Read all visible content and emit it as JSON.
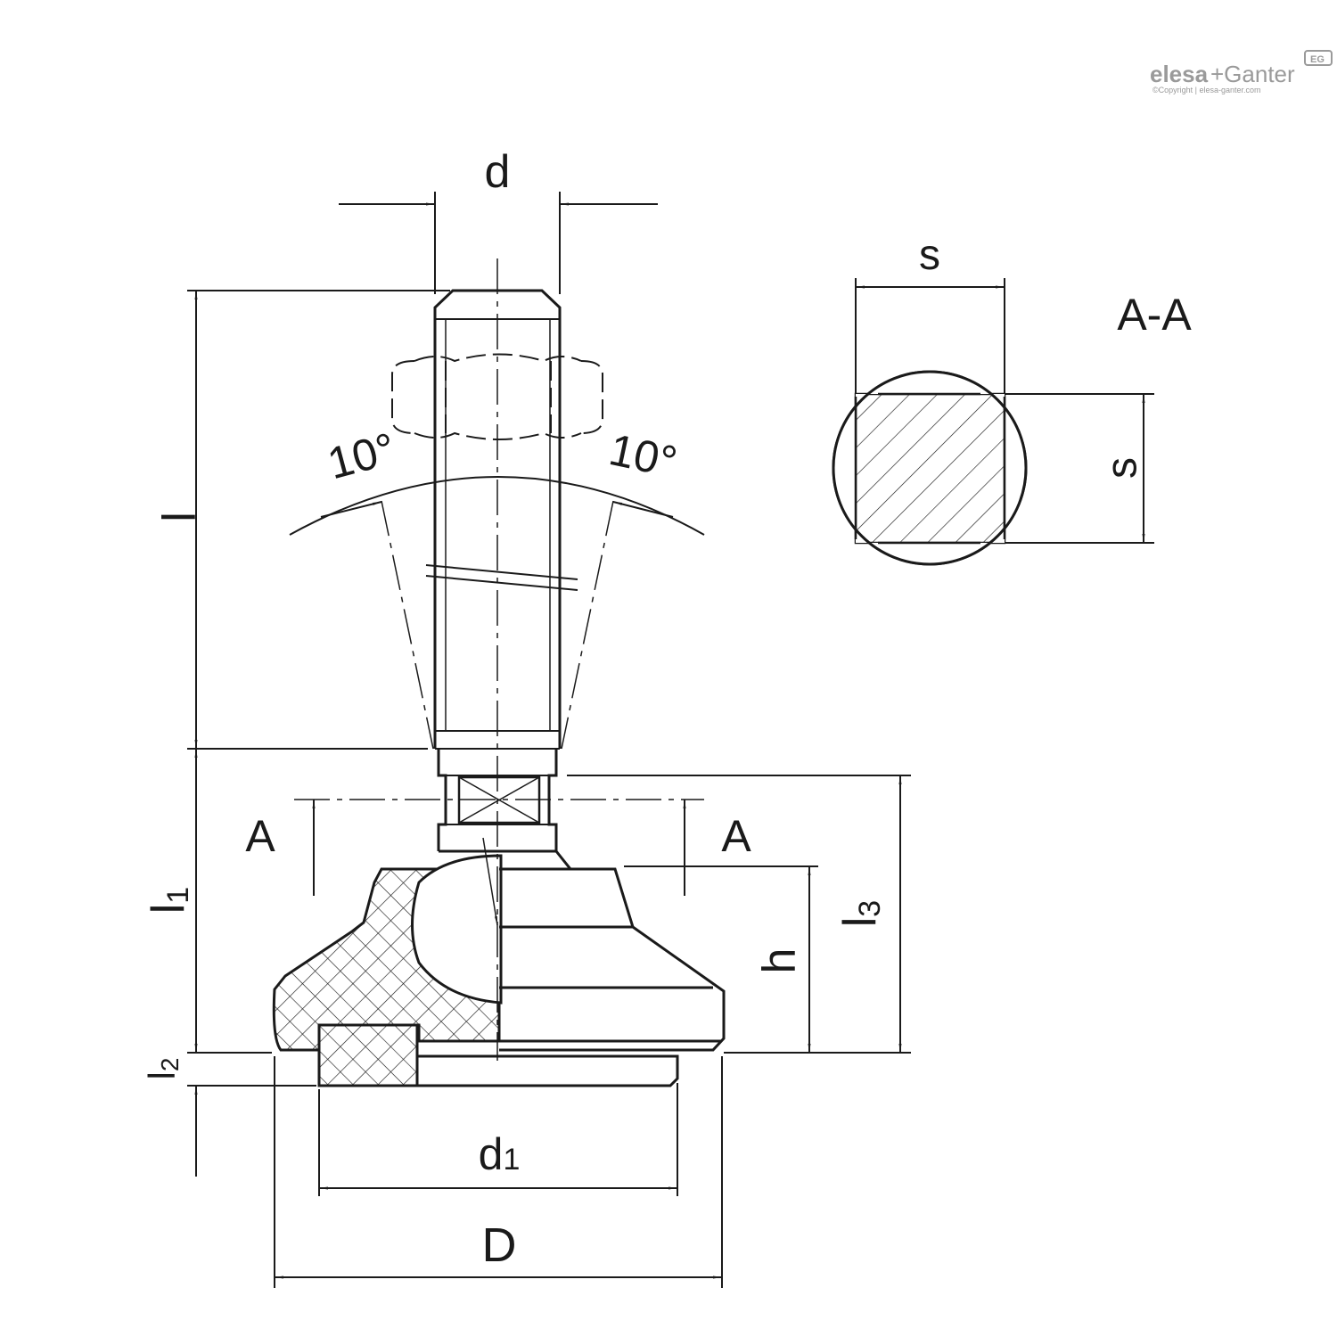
{
  "logo": {
    "brand_left": "elesa",
    "brand_right": "+Ganter",
    "badge": "EG",
    "copyright": "©Copyright | elesa-ganter.com"
  },
  "dimensions": {
    "d": "d",
    "l": "l",
    "l1": {
      "base": "l",
      "sub": "1"
    },
    "l2": {
      "base": "l",
      "sub": "2"
    },
    "l3": {
      "base": "l",
      "sub": "3"
    },
    "h": "h",
    "d1": {
      "base": "d",
      "sub": "1"
    },
    "D": "D",
    "s_top": "s",
    "s_side": "s"
  },
  "angles": {
    "left": "10°",
    "right": "10°"
  },
  "section": {
    "title": "A-A",
    "marker_left": "A",
    "marker_right": "A"
  }
}
